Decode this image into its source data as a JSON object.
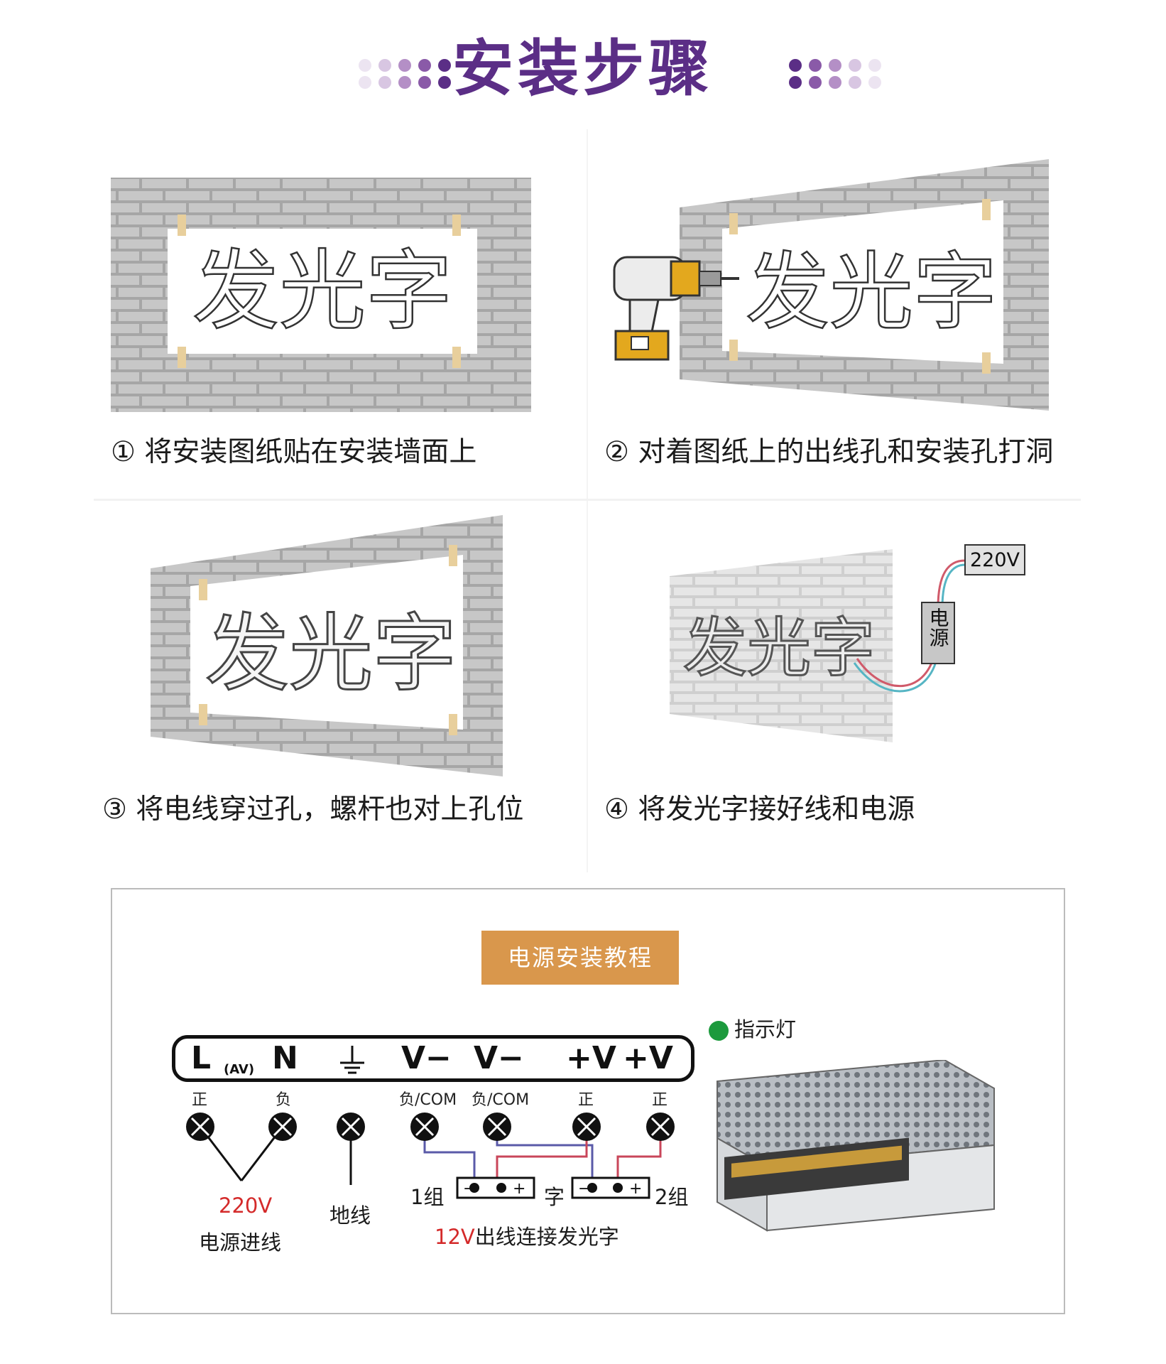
{
  "header": {
    "title": "安装步骤",
    "dot_colors": [
      "#5b2e86",
      "#8a5aa8",
      "#b48fc6",
      "#d8c6e2",
      "#ece4f1"
    ]
  },
  "steps": [
    {
      "caption": "① 将安装图纸贴在安装墙面上",
      "sign_text": "发光字"
    },
    {
      "caption": "② 对着图纸上的出线孔和安装孔打洞",
      "sign_text": "发光字"
    },
    {
      "caption": "③ 将电线穿过孔，螺杆也对上孔位",
      "sign_text": "发光字"
    },
    {
      "caption": "④ 将发光字接好线和电源",
      "sign_text": "发光字",
      "voltage_label": "220V",
      "power_box_label": "电源"
    }
  ],
  "power_tutorial": {
    "title": "电源安装教程",
    "terminals": {
      "L": "L",
      "AV": "(AV)",
      "N": "N",
      "V1": "V−",
      "V2": "V−",
      "P1": "+V",
      "P2": "+V"
    },
    "polarity": {
      "L": "正",
      "N": "负",
      "V1": "负/COM",
      "V2": "负/COM",
      "P1": "正",
      "P2": "正"
    },
    "input_voltage": "220V",
    "input_label": "电源进线",
    "ground_label": "地线",
    "group1": "1组",
    "group2": "2组",
    "char_label": "字",
    "minus": "−",
    "plus": "+",
    "output_voltage": "12V",
    "output_label": "出线连接发光字",
    "indicator_label": "指示灯",
    "colors": {
      "accent": "#d9974c",
      "red_wire": "#c9465a",
      "blue_wire": "#5a5aa8",
      "indicator": "#1c9a3d"
    }
  }
}
